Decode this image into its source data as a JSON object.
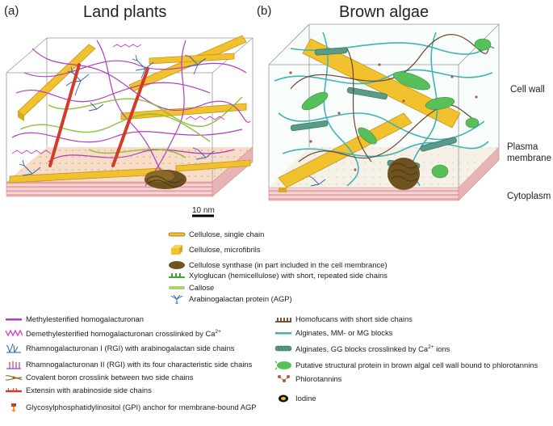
{
  "panels": [
    {
      "letter": "(a)",
      "title": "Land plants"
    },
    {
      "letter": "(b)",
      "title": "Brown algae"
    }
  ],
  "side_labels": {
    "cell_wall": "Cell wall",
    "plasma_membrane_line1": "Plasma",
    "plasma_membrane_line2": "membrane",
    "cytoplasm": "Cytoplasm"
  },
  "scale_bar": {
    "label": "10 nm"
  },
  "legend_center": [
    {
      "icon": "cellulose-chain-icon",
      "text": "Cellulose, single chain"
    },
    {
      "icon": "cellulose-microfibril-icon",
      "text": "Cellulose, microfibrils"
    },
    {
      "icon": "cellulose-synthase-icon",
      "text": "Cellulose synthase (in part included in the cell membrance)"
    },
    {
      "icon": "xyloglucan-icon",
      "text": "Xyloglucan (hemicellulose) with short, repeated side chains"
    },
    {
      "icon": "callose-icon",
      "text": "Callose"
    },
    {
      "icon": "agp-icon",
      "text": "Arabinogalactan protein (AGP)"
    }
  ],
  "legend_left": [
    {
      "icon": "methylesterified-hg-icon",
      "text": "Methylesterified homogalacturonan",
      "sup": ""
    },
    {
      "icon": "demethylesterified-hg-icon",
      "text": "Demethylesterified homogalacturonan crosslinked by Ca",
      "sup": "2+"
    },
    {
      "icon": "rgi-icon",
      "text": "Rhamnogalacturonan I (RGI) with arabinogalactan side chains",
      "sup": ""
    },
    {
      "icon": "rgii-icon",
      "text": "Rhamnogalacturonan II (RGI) with its four characteristic side chains",
      "sup": ""
    },
    {
      "icon": "boron-crosslink-icon",
      "text": "Covalent boron crosslink between two side chains",
      "sup": ""
    },
    {
      "icon": "extensin-icon",
      "text": "Extensin with arabinoside side chains",
      "sup": ""
    },
    {
      "icon": "gpi-anchor-icon",
      "text": "Glycosylphosphatidylinositol (GPI) anchor for membrane-bound AGP",
      "sup": ""
    }
  ],
  "legend_right": [
    {
      "icon": "homofucan-icon",
      "text": "Homofucans with short side chains",
      "sup": "",
      "suffix": ""
    },
    {
      "icon": "alginate-mm-icon",
      "text": "Alginates, MM- or MG blocks",
      "sup": "",
      "suffix": ""
    },
    {
      "icon": "alginate-gg-icon",
      "text": "Alginates, GG blocks crosslinked by Ca",
      "sup": "2+",
      "suffix": " ions"
    },
    {
      "icon": "structural-protein-icon",
      "text": "Putative structural protein in brown algal cell wall bound to phlorotannins",
      "sup": "",
      "suffix": ""
    },
    {
      "icon": "phlorotannin-icon",
      "text": "Phlorotannins",
      "sup": "",
      "suffix": ""
    },
    {
      "icon": "iodine-icon",
      "text": "Iodine",
      "sup": "",
      "suffix": ""
    }
  ],
  "colors": {
    "cellulose": "#f2c12e",
    "methyl_hg": "#b23cc0",
    "rgi": "#2f5fb0",
    "extensin": "#d23a2a",
    "alginate_mm": "#3fb4b4",
    "alginate_gg": "#5a9a86",
    "homofucan": "#6b4630",
    "protein": "#57c05a",
    "synthase": "#6e5220",
    "membrane": "#f7dcc6",
    "cytoplasm": "#e7a9a9"
  }
}
